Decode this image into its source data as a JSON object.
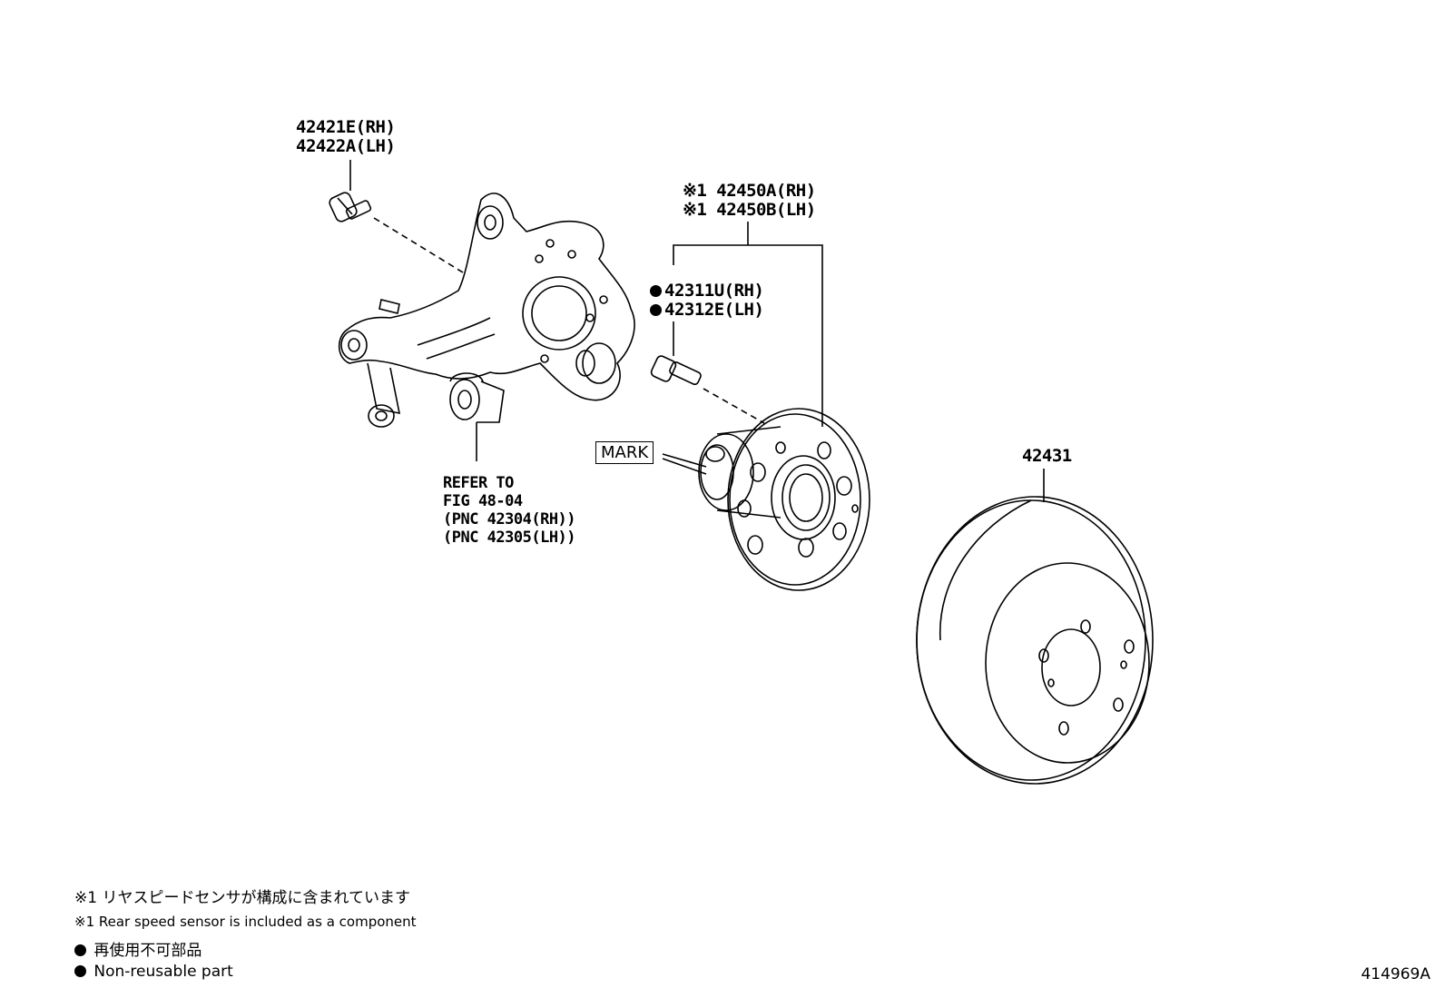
{
  "callouts": {
    "knuckle_bolt": {
      "line1": "42421E(RH)",
      "line2": "42422A(LH)"
    },
    "hub_bearing": {
      "line1": "※1 42450A(RH)",
      "line2": "※1 42450B(LH)"
    },
    "hub_bolt": {
      "line1": "42311U(RH)",
      "line2": "42312E(LH)"
    },
    "refer": {
      "line1": "REFER TO",
      "line2": "FIG 48-04",
      "line3": "(PNC 42304(RH))",
      "line4": "(PNC 42305(LH))"
    },
    "mark_label": "MARK",
    "disc": "42431"
  },
  "notes": {
    "note1_jp": "※1 リヤスピードセンサが構成に含まれています",
    "note1_en": "※1 Rear speed sensor is included as a component",
    "note2_jp": "再使用不可部品",
    "note2_en": "Non-reusable part"
  },
  "figure_id": "414969A",
  "icons": {
    "bullet": "filled-circle-icon"
  }
}
